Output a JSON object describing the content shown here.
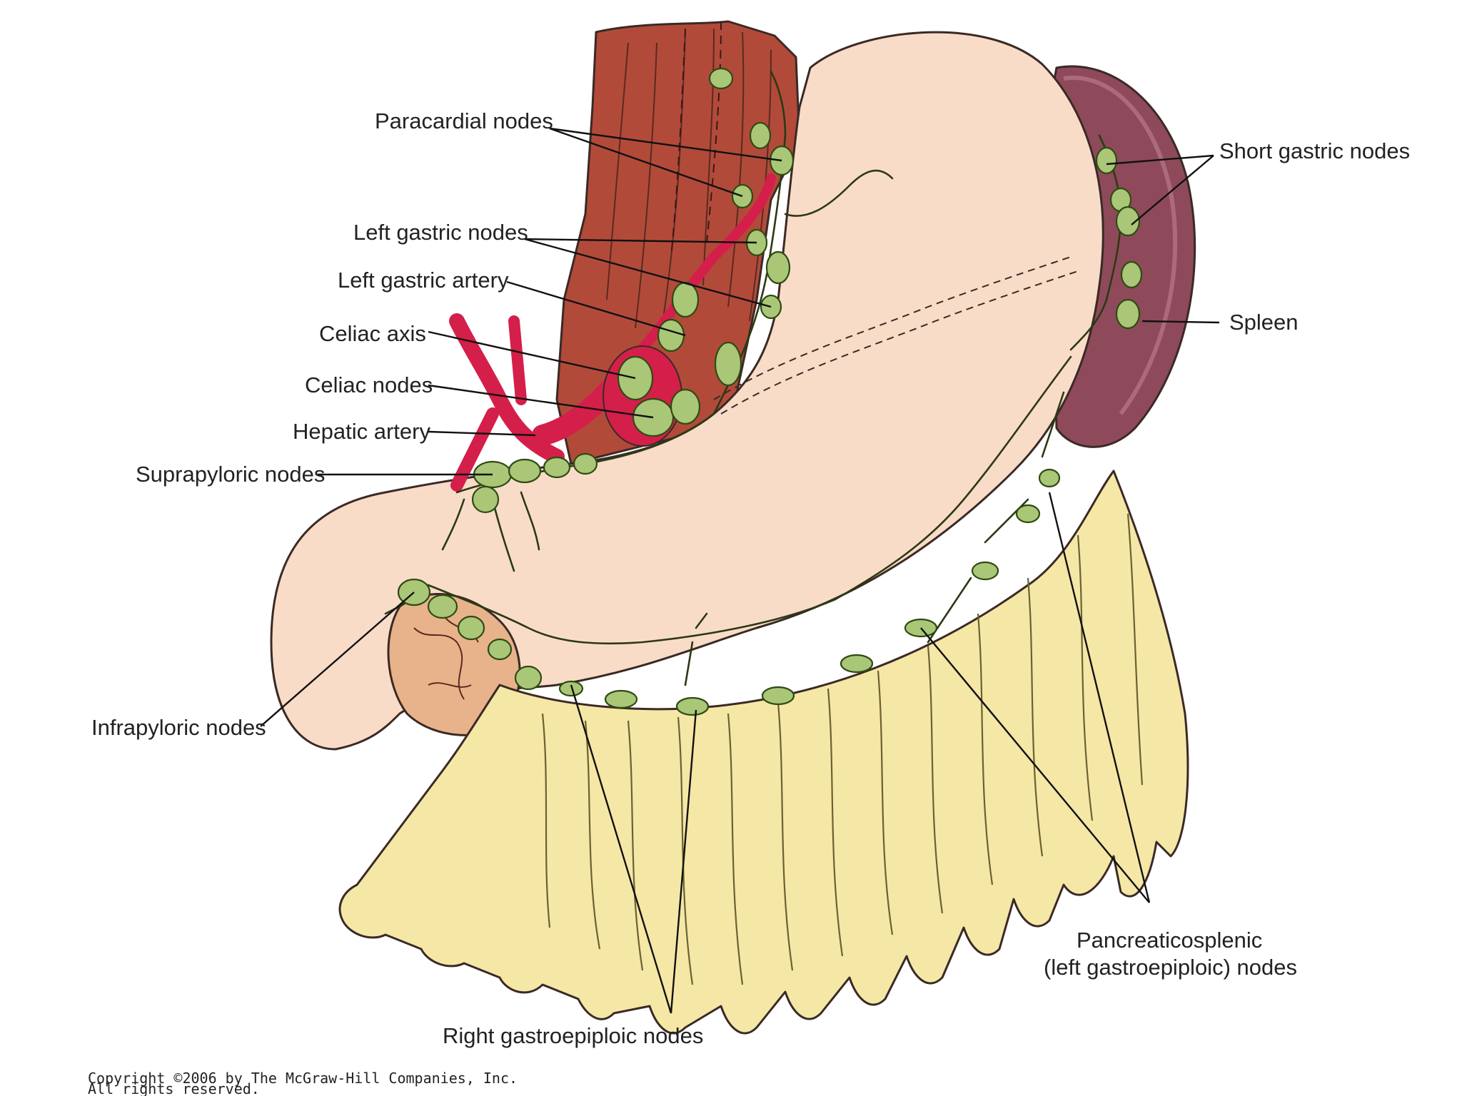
{
  "labels": {
    "paracardial": "Paracardial nodes",
    "left_gastric_nodes": "Left gastric nodes",
    "left_gastric_artery": "Left gastric artery",
    "celiac_axis": "Celiac axis",
    "celiac_nodes": "Celiac nodes",
    "hepatic_artery": "Hepatic artery",
    "suprapyloric": "Suprapyloric nodes",
    "infrapyloric": "Infrapyloric nodes",
    "short_gastric": "Short gastric nodes",
    "spleen": "Spleen",
    "pancreaticosplenic_line1": "Pancreaticosplenic",
    "pancreaticosplenic_line2": "(left gastroepiploic) nodes",
    "right_gastroepiploic": "Right gastroepiploic nodes"
  },
  "copyright": {
    "line1": "Copyright ©2006 by The McGraw-Hill Companies, Inc.",
    "line2": "All rights reserved."
  },
  "colors": {
    "stomach": "#f9dcc8",
    "esophagus": "#b24a3a",
    "spleen": "#8e4a5a",
    "artery": "#d41f4a",
    "node": "#a9c777",
    "omentum": "#f5e7a6",
    "pancreas": "#e8b38a"
  }
}
